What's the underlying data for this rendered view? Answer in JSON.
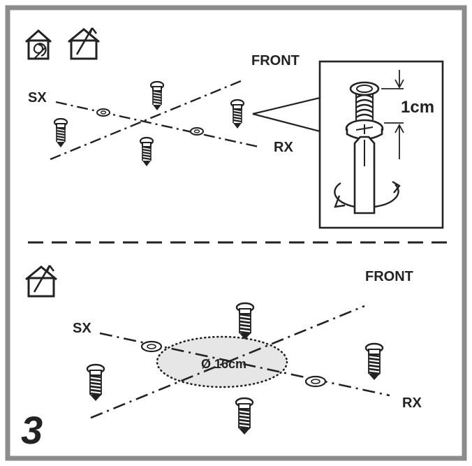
{
  "top": {
    "labels": {
      "front": "FRONT",
      "sx": "SX",
      "rx": "RX",
      "detail_distance": "1cm"
    },
    "icons": [
      "house-spiral-icon",
      "house-arrow-icon"
    ]
  },
  "bottom": {
    "labels": {
      "front": "FRONT",
      "sx": "SX",
      "rx": "RX",
      "diameter": "Ø 16cm"
    },
    "icons": [
      "house-arrow-icon"
    ]
  },
  "step_number": "3",
  "colors": {
    "frame": "#8c8c8c",
    "line": "#222222",
    "ellipse_fill": "#e6e6e6"
  }
}
